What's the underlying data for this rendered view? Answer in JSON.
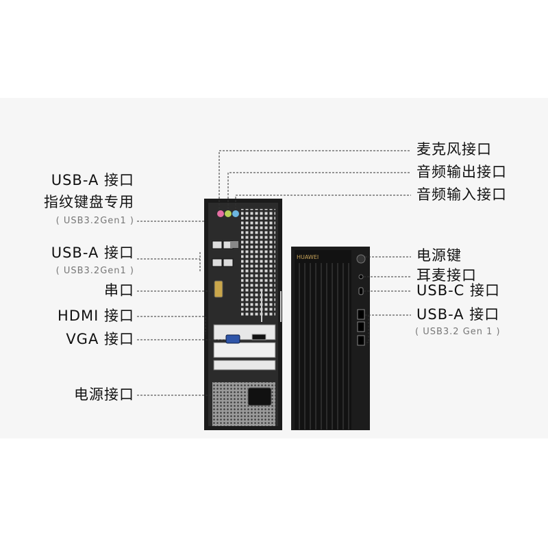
{
  "left_labels": {
    "usb_a_fp_title": "USB-A 接口",
    "usb_a_fp_sub": "指纹键盘专用",
    "usb_a_fp_spec": "( USB3.2Gen1 )",
    "usb_a_title": "USB-A 接口",
    "usb_a_spec": "( USB3.2Gen1 )",
    "serial": "串口",
    "hdmi": "HDMI 接口",
    "vga": "VGA 接口",
    "power_port": "电源接口"
  },
  "right_labels": {
    "mic": "麦克风接口",
    "audio_out": "音频输出接口",
    "audio_in": "音频输入接口",
    "power_button": "电源键",
    "headset": "耳麦接口",
    "usb_c": "USB-C 接口",
    "usb_a": "USB-A 接口",
    "usb_a_spec": "( USB3.2 Gen 1 )"
  },
  "brand": {
    "logo": "HUAWEI",
    "accent": "#c8a45a"
  },
  "colors": {
    "mic_jack": "#e56fa3",
    "audio_out_jack": "#b7d158",
    "audio_in_jack": "#6cb6df",
    "chassis": "#1b1b1b"
  }
}
